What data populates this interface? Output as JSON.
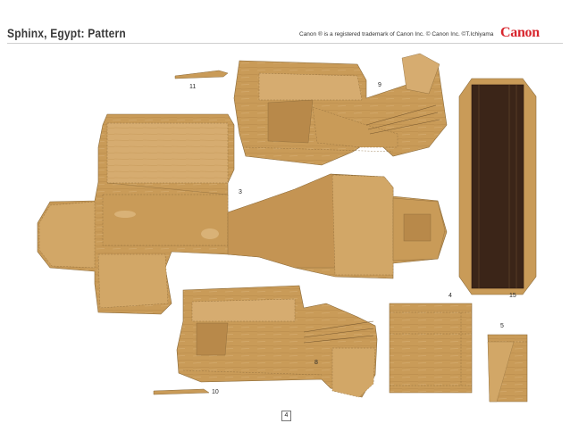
{
  "document": {
    "title": "Sphinx, Egypt: Pattern",
    "notice": "Canon ® is a registered trademark of Canon Inc. © Canon Inc. ©T.Ichiyama",
    "brand": "Canon",
    "page_number": "4"
  },
  "part_labels": {
    "p3": "3",
    "p4": "4",
    "p5": "5",
    "p8": "8",
    "p9": "9",
    "p10": "10",
    "p11": "11",
    "p15": "15"
  },
  "colors": {
    "paper": "#c99b58",
    "paper_light": "#d9b277",
    "paper_dark": "#a87b3e",
    "fold_line": "#8a6a3a",
    "dark_panel": "#3b2518",
    "brand_red": "#d8262e"
  }
}
